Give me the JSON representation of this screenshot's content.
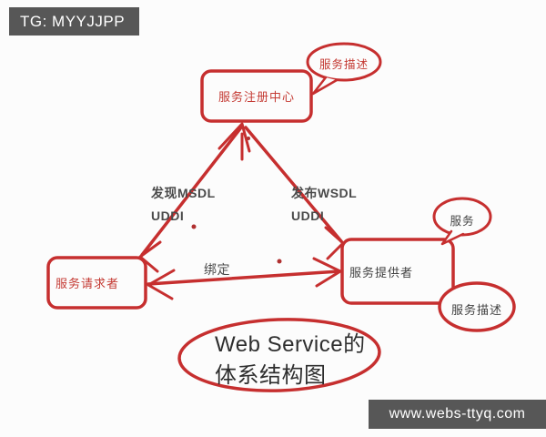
{
  "watermarks": {
    "top_left": "TG: MYYJJPP",
    "bottom_right": "www.webs-ttyq.com",
    "bar_color": "#575757",
    "text_color": "#ffffff"
  },
  "diagram": {
    "ink_color": "#c62f2f",
    "dark_text_color": "#414141",
    "red_text_color": "#c43a33",
    "nodes": {
      "registry": {
        "label": "服务注册中心"
      },
      "requester": {
        "label": "服务请求者"
      },
      "provider": {
        "label": "服务提供者"
      }
    },
    "bubbles": {
      "registry_desc": {
        "label": "服务描述"
      },
      "provider_service": {
        "label": "服务"
      },
      "provider_desc": {
        "label": "服务描述"
      }
    },
    "edges": {
      "discover": {
        "line1": "发现MSDL",
        "line2": "UDDI"
      },
      "publish": {
        "line1": "发布WSDL",
        "line2": "UDDI"
      },
      "bind": {
        "label": "绑定"
      }
    },
    "caption": {
      "line1": "Web Service的",
      "line2": "体系结构图"
    }
  }
}
